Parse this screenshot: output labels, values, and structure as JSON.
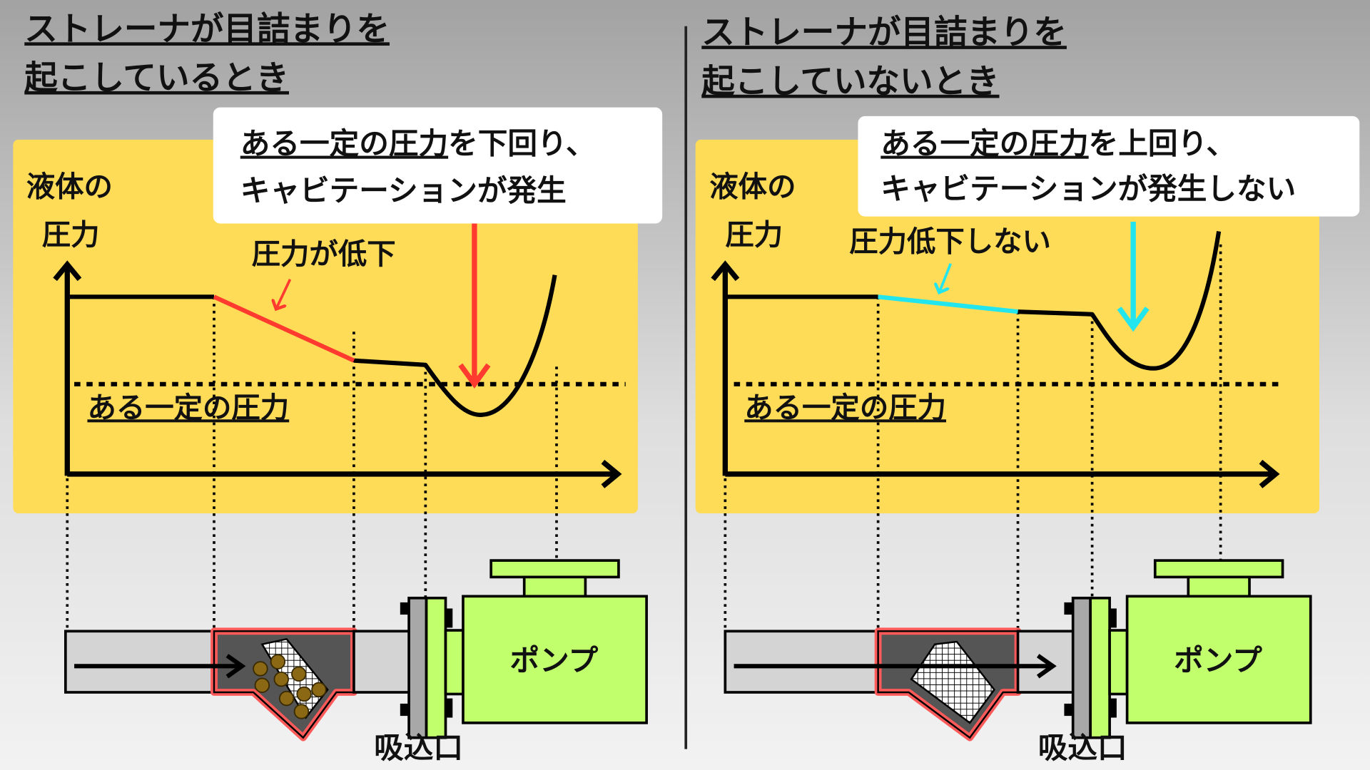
{
  "left": {
    "title_line1": "ストレーナが目詰まりを",
    "title_line2": "起こしているとき",
    "callout_underlined": "ある一定の圧力",
    "callout_rest": "を下回り、",
    "callout_line2": "キャビテーションが発生",
    "ylabel_line1": "液体の",
    "ylabel_line2": "圧力",
    "threshold_label": "ある一定の圧力",
    "annotation": "圧力が低下",
    "pump_label": "ポンプ",
    "inlet_label": "吸込口",
    "accent_color": "#ff3b30"
  },
  "right": {
    "title_line1": "ストレーナが目詰まりを",
    "title_line2": "起こしていないとき",
    "callout_underlined": "ある一定の圧力",
    "callout_rest": "を上回り、",
    "callout_line2": "キャビテーションが発生しない",
    "ylabel_line1": "液体の",
    "ylabel_line2": "圧力",
    "threshold_label": "ある一定の圧力",
    "annotation": "圧力低下しない",
    "pump_label": "ポンプ",
    "inlet_label": "吸込口",
    "accent_color": "#22e5ee"
  },
  "colors": {
    "chart_bg": "#ffdc58",
    "pump": "#c2ff6c",
    "strainer_outline": "#ff5a5a",
    "debris": "#8b6914"
  }
}
